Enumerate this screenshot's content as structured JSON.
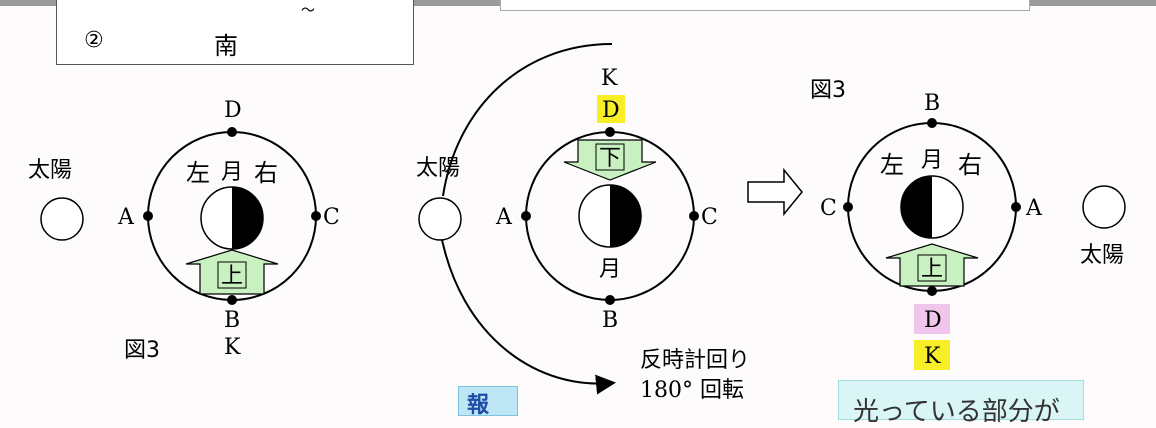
{
  "top_box": {
    "number": "②",
    "direction": "南",
    "tick": "〜"
  },
  "left_diagram": {
    "sun": "太陽",
    "top": "D",
    "left": "A",
    "right": "C",
    "bottom": "B",
    "bottom2": "K",
    "moon": "月",
    "left_word": "左",
    "right_word": "右",
    "arrow": "上",
    "fig": "図3"
  },
  "middle_diagram": {
    "sun": "太陽",
    "top_k": "K",
    "top_d": "D",
    "left": "A",
    "right": "C",
    "bottom": "B",
    "moon": "月",
    "arrow": "下",
    "rotation_line1": "反時計回り",
    "rotation_line2": "180° 回転"
  },
  "right_diagram": {
    "fig": "図3",
    "top": "B",
    "left": "C",
    "right": "A",
    "sun": "太陽",
    "moon": "月",
    "left_word": "左",
    "right_word": "右",
    "arrow": "上",
    "bottom_d": "D",
    "bottom_k": "K"
  },
  "bubbles": {
    "kou": "報",
    "glow": "光っている部分が"
  },
  "colors": {
    "yellow_label": "#f8ee27",
    "pink_label": "#f0c6ec",
    "arrow_fill": "#c9f0c0",
    "bubble_cyan": "#d9f5f5"
  }
}
